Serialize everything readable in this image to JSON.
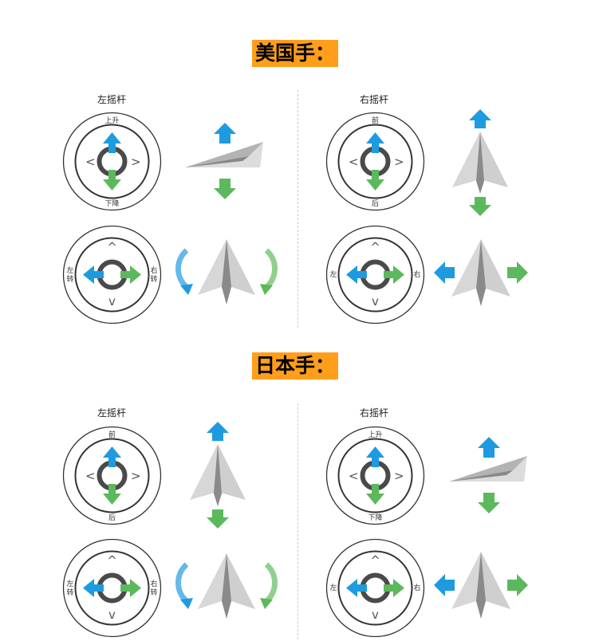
{
  "sections": [
    {
      "title": "美国手：",
      "left_stick": {
        "label": "左摇杆",
        "vertical_dial": {
          "top": "上升",
          "bottom": "下降"
        },
        "horizontal_dial": {
          "left": "左\n转",
          "right": "右\n转"
        }
      },
      "right_stick": {
        "label": "右摇杆",
        "vertical_dial": {
          "top": "前",
          "bottom": "后"
        },
        "horizontal_dial": {
          "left": "左",
          "right": "右"
        }
      }
    },
    {
      "title": "日本手：",
      "left_stick": {
        "label": "左摇杆",
        "vertical_dial": {
          "top": "前",
          "bottom": "后"
        },
        "horizontal_dial": {
          "left": "左\n转",
          "right": "右\n转"
        }
      },
      "right_stick": {
        "label": "右摇杆",
        "vertical_dial": {
          "top": "上升",
          "bottom": "下降"
        },
        "horizontal_dial": {
          "left": "左",
          "right": "右"
        }
      }
    }
  ],
  "colors": {
    "banner": "#ff9e1b",
    "up_arrow": "#1e9be0",
    "down_arrow": "#5cb85c"
  },
  "icons": [
    "arrow-up-icon",
    "arrow-down-icon",
    "arrow-left-icon",
    "arrow-right-icon",
    "rotate-left-icon",
    "rotate-right-icon",
    "paper-plane-icon"
  ]
}
